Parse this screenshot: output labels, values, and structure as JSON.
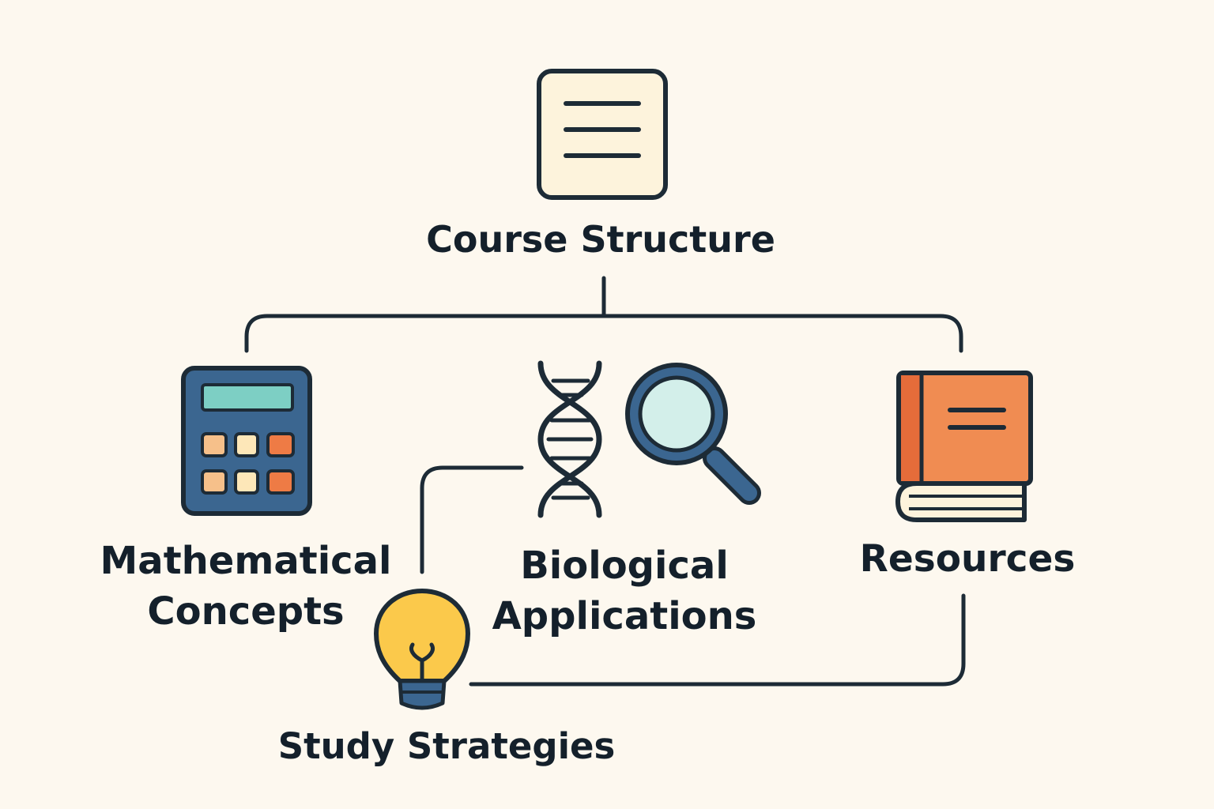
{
  "nodes": {
    "root": {
      "label": "Course Structure",
      "icon": "document-icon"
    },
    "math": {
      "lines": [
        "Mathematical",
        "Concepts"
      ],
      "icon": "calculator-icon"
    },
    "bio": {
      "lines": [
        "Biological",
        "Applications"
      ],
      "icons": [
        "dna-icon",
        "magnifying-glass-icon"
      ]
    },
    "resources": {
      "label": "Resources",
      "icon": "book-icon"
    },
    "study": {
      "label": "Study Strategies",
      "icon": "lightbulb-icon"
    }
  },
  "colors": {
    "background": "#fdf8ef",
    "outline": "#1d2b36",
    "document_fill": "#fdf3dc",
    "calculator_body": "#3b6690",
    "calculator_screen": "#7dcfc4",
    "key_peach": "#f6c08a",
    "key_cream": "#fde7b8",
    "key_orange": "#ee7b45",
    "lens_fill": "#d3efea",
    "handle_blue": "#3b6690",
    "book_orange": "#f08c52",
    "book_spine": "#e56c3a",
    "bulb_yellow": "#fbc94b",
    "bulb_base": "#3b6690"
  }
}
